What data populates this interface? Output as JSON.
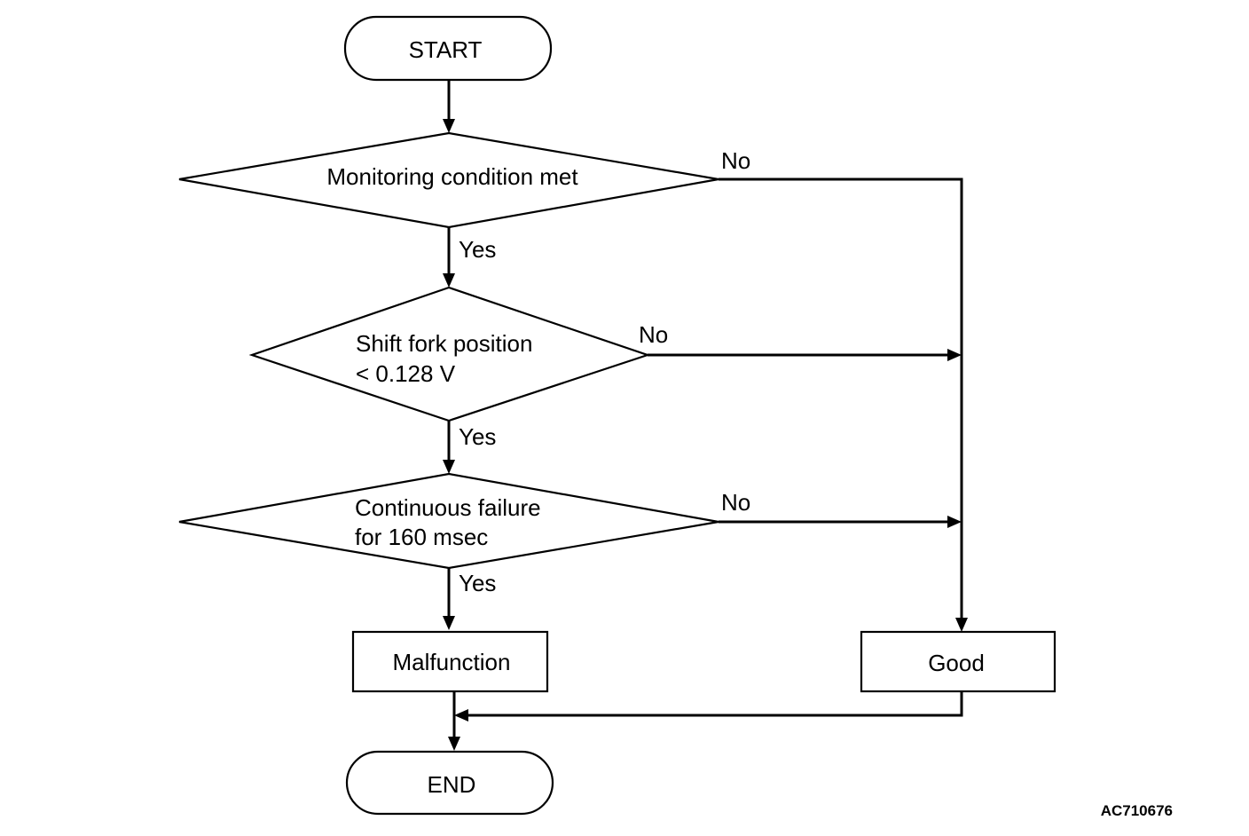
{
  "nodes": {
    "start": "START",
    "monitoring": "Monitoring condition met",
    "shift_fork": [
      "Shift fork position",
      "< 0.128 V"
    ],
    "continuous": [
      "Continuous failure",
      "for 160 msec"
    ],
    "malfunction": "Malfunction",
    "good": "Good",
    "end": "END"
  },
  "edges": {
    "monitoring_yes": "Yes",
    "monitoring_no": "No",
    "shift_fork_yes": "Yes",
    "shift_fork_no": "No",
    "continuous_yes": "Yes",
    "continuous_no": "No"
  },
  "figure_id": "AC710676",
  "colors": {
    "stroke": "#000000",
    "background": "#ffffff"
  }
}
